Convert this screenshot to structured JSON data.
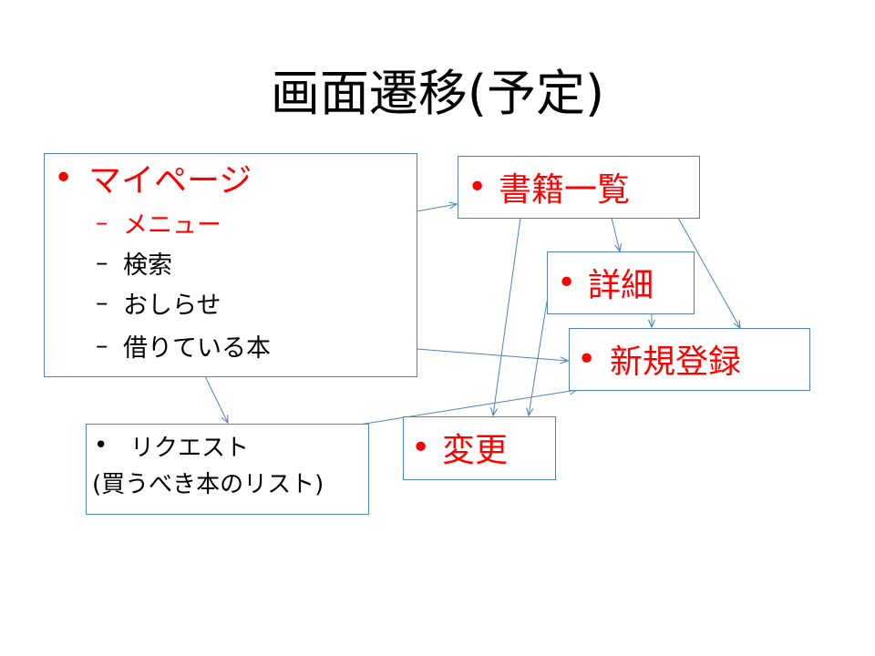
{
  "title": "画面遷移(予定)",
  "colors": {
    "red": "#ff0000",
    "black": "#000000",
    "line": "#4f81bd"
  },
  "bullet_symbol": "•",
  "dash_symbol": "–",
  "mypage": {
    "label": "マイページ",
    "subitems": [
      "メニュー",
      "検索",
      "おしらせ",
      "借りている本"
    ]
  },
  "request": {
    "label": "リクエスト",
    "sub": "(買うべき本のリスト)"
  },
  "book_list": {
    "label": "書籍一覧"
  },
  "detail": {
    "label": "詳細"
  },
  "new_entry": {
    "label": "新規登録"
  },
  "change": {
    "label": "変更"
  }
}
